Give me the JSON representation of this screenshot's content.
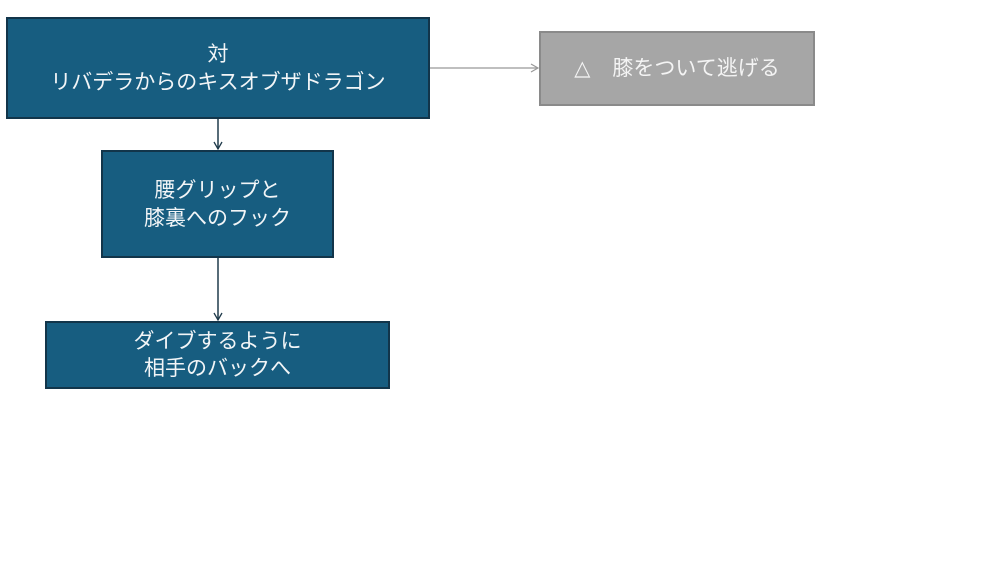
{
  "colors": {
    "primary_box": "#175d80",
    "secondary_box": "#a6a6a6",
    "connector": "#1f3a4a",
    "side_connector": "#999999"
  },
  "nodes": {
    "start": {
      "line1": "対",
      "line2": "リバデラからのキスオブザドラゴン"
    },
    "step2": {
      "line1": "腰グリップと",
      "line2": "膝裏へのフック"
    },
    "step3": {
      "line1": "ダイブするように",
      "line2": "相手のバックへ"
    },
    "alternative": {
      "mark": "△",
      "label": "膝をついて逃げる"
    }
  }
}
